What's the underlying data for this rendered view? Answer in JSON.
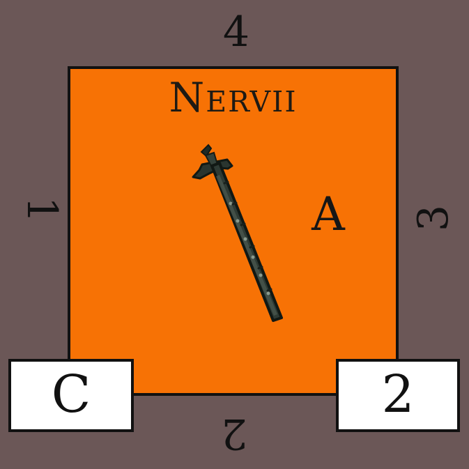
{
  "board": {
    "background_color": "#6b5757",
    "card_color": "#f77205",
    "border_color": "#111111"
  },
  "card": {
    "title": "Nervii",
    "letter": "A",
    "icon": "war-hammer-icon"
  },
  "edges": {
    "top": "4",
    "left": "1",
    "right": "3",
    "bottom": "2"
  },
  "markers": {
    "left": "C",
    "right": "2"
  }
}
